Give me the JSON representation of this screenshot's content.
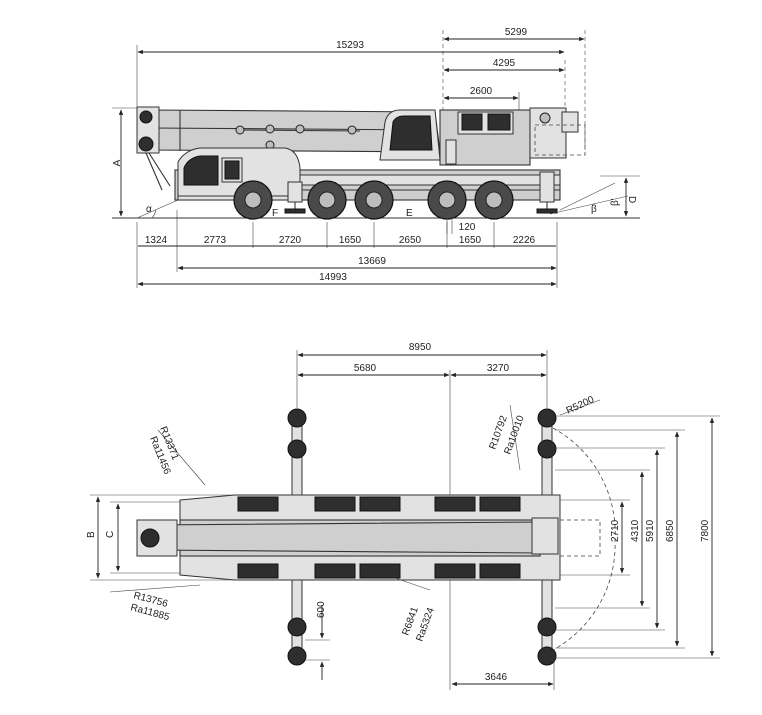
{
  "side_view": {
    "top_dims": {
      "overall_length": "15293",
      "rear_overhang": "5299",
      "outrigger_to_rear": "4295",
      "counterweight": "2600"
    },
    "angle_labels": {
      "alpha": "α",
      "beta": "β",
      "beta_prime": "β'",
      "height_a": "A",
      "height_d": "D",
      "point_f": "F",
      "point_e": "E",
      "ground_clearance": "120"
    },
    "bottom_dims": [
      "1324",
      "2773",
      "2720",
      "1650",
      "2650",
      "1650",
      "2226"
    ],
    "wheelbase": "13669",
    "total_length": "14993"
  },
  "top_view": {
    "outrigger_span": "8950",
    "left_span": "5680",
    "right_span": "3270",
    "label_b": "B",
    "label_c": "C",
    "front_radius_1": "R13371",
    "front_radius_2": "Ra11456",
    "front_radius_3": "R13756",
    "front_radius_4": "Ra11885",
    "rear_radius_1": "R10792",
    "rear_radius_2": "Ra10010",
    "swing_radius": "R5200",
    "inner_radius_1": "R6841",
    "inner_radius_2": "Ra5324",
    "pad_dim": "600",
    "rear_offset": "3646",
    "widths": [
      "2710",
      "4310",
      "5910",
      "6850",
      "7800"
    ]
  }
}
